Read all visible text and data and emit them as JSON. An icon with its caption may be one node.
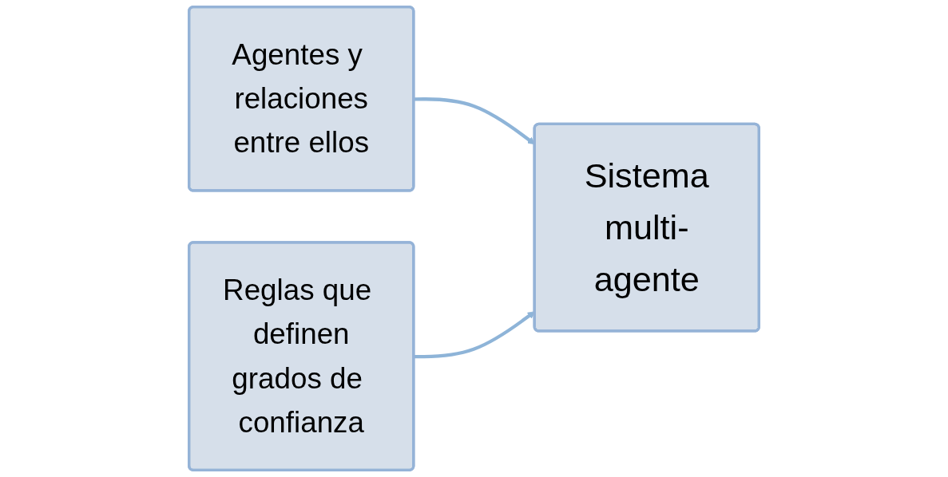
{
  "diagram": {
    "nodes": [
      {
        "text": [
          "Agentes y relaciones entre ellos"
        ]
      },
      {
        "text": [
          "Reglas que definen grados de confianza"
        ]
      },
      {
        "text": [
          "Sistema multi-agente"
        ]
      }
    ],
    "edges": [
      {
        "from": 0,
        "to": 2,
        "arrow": "to"
      },
      {
        "from": 1,
        "to": 2,
        "arrow": "to"
      }
    ]
  }
}
